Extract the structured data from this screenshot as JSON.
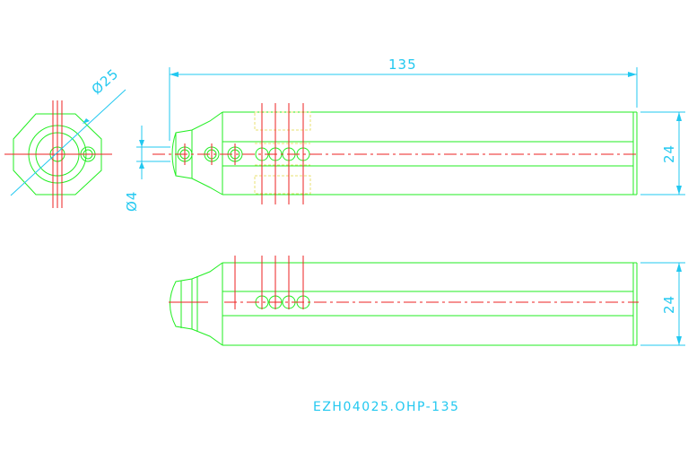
{
  "drawing": {
    "dimension_length": "135",
    "dimension_height_top": "24",
    "dimension_height_bottom": "24",
    "dimension_diameter": "Ø25",
    "dimension_hole": "Ø4",
    "part_number": "EZH04025.OHP-135"
  },
  "colors": {
    "outline": "#22ee22",
    "centerline": "#ee2222",
    "dimension": "#22c8f0",
    "hidden": "#e8e070",
    "background": "#ffffff"
  }
}
